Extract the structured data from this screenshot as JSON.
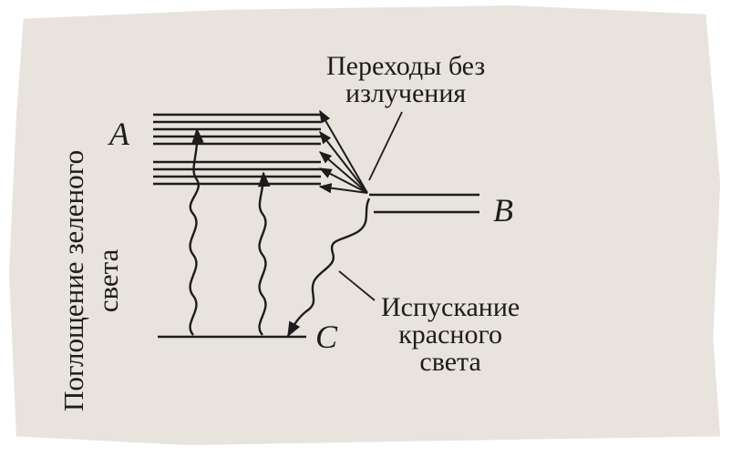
{
  "labels": {
    "level_a": "A",
    "level_b": "B",
    "level_c": "C",
    "nonradiative_line1": "Переходы без",
    "nonradiative_line2": "излучения",
    "emission_line1": "Испускание",
    "emission_line2": "красного",
    "emission_line3": "света",
    "absorption_line1": "Поглощение зеленого",
    "absorption_line2": "света"
  },
  "colors": {
    "ink": "#1c1c1c",
    "paper": "#e8e3dc"
  }
}
